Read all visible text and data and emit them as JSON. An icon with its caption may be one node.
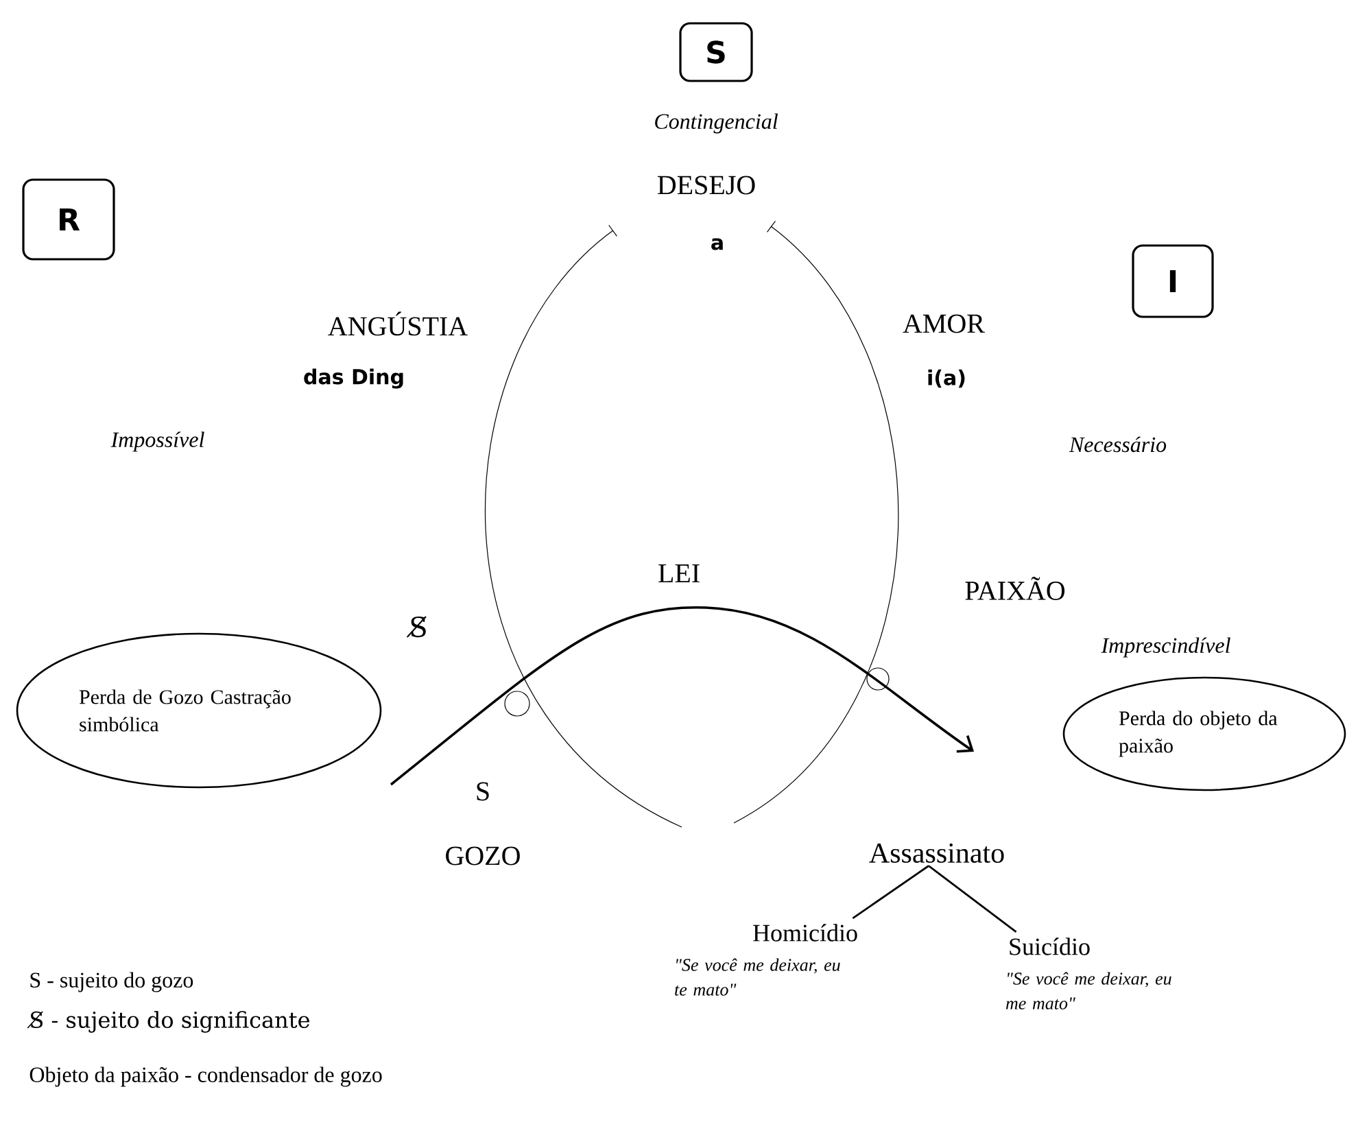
{
  "diagram": {
    "nodes": [
      {
        "text": [
          "S"
        ]
      },
      {
        "text": [
          "R"
        ]
      },
      {
        "text": [
          "I"
        ]
      },
      {
        "text": [
          "Perda de Gozo Castração simbólica"
        ]
      },
      {
        "text": [
          "Perda do objeto da paixão"
        ]
      },
      {
        "text": [
          "Assassinato"
        ]
      },
      {
        "text": [
          "Homicídio"
        ],
        "beside": [
          "\"Se você me deixar, eu te mato\""
        ]
      },
      {
        "text": [
          "Suicídio"
        ],
        "beside": [
          "\"Se você me deixar, eu me mato\""
        ]
      }
    ],
    "edges": [
      {
        "from": 5,
        "to": 6,
        "arrow": "none"
      },
      {
        "from": 5,
        "to": 7,
        "arrow": "none"
      }
    ],
    "labels": [
      "Contingencial",
      "DESEJO",
      "a",
      "ANGÚSTIA",
      "das Ding",
      "AMOR",
      "i(a)",
      "Impossível",
      "Necessário",
      "LEI",
      "PAIXÃO",
      "S̸",
      "Imprescindível",
      "S",
      "GOZO",
      "S - sujeito do gozo",
      "S̸ - sujeito do significante",
      "Objeto da paixão - condensador de gozo"
    ]
  }
}
